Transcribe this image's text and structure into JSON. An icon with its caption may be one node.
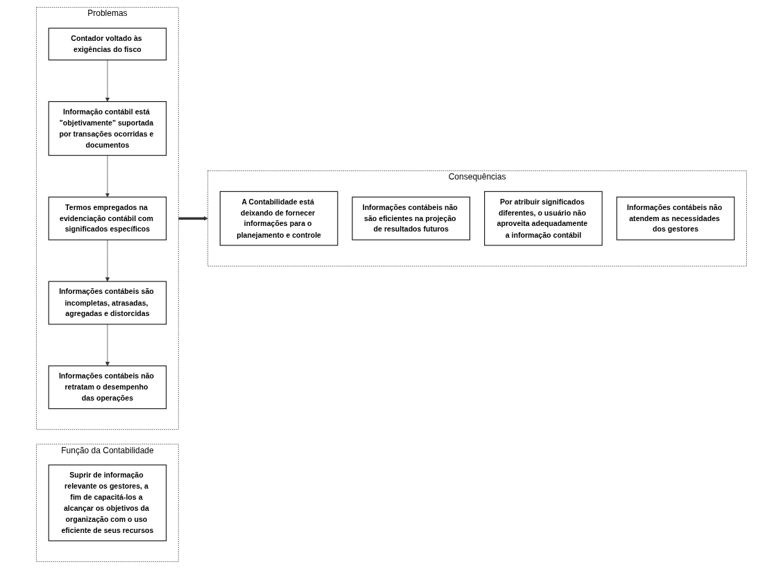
{
  "diagram": {
    "nodes": [
      {
        "text": [
          "Função da Contabilidade"
        ]
      },
      {
        "text": [
          "Suprir de informação relevante os gestores, a fim de capacitá-los a alcançar os objetivos da organização com o uso eficiente de seus recursos"
        ],
        "in": 0
      },
      {
        "text": [
          "Problemas"
        ]
      },
      {
        "text": [
          "Contador voltado às exigências do fisco"
        ],
        "in": 2
      },
      {
        "text": [
          "Informação contábil está \"objetivamente\" suportada por transações ocorridas e documentos"
        ],
        "in": 2
      },
      {
        "text": [
          "Termos empregados na evidenciação contábil com significados específicos"
        ],
        "in": 2
      },
      {
        "text": [
          "Informações contábeis são incompletas, atrasadas, agregadas e distorcidas"
        ],
        "in": 2
      },
      {
        "text": [
          "Informações contábeis não retratam o desempenho das operações"
        ],
        "in": 2
      },
      {
        "text": [
          "Consequências"
        ]
      },
      {
        "text": [
          "A Contabilidade está deixando de fornecer informações para o planejamento e controle"
        ],
        "in": 8
      },
      {
        "text": [
          "Informações contábeis não são eficientes na projeção de resultados futuros"
        ],
        "in": 8
      },
      {
        "text": [
          "Por atribuir significados diferentes, o usuário não aproveita adequadamente a informação contábil"
        ],
        "in": 8
      },
      {
        "text": [
          "Informações contábeis não atendem as necessidades dos gestores"
        ],
        "in": 8
      }
    ],
    "edges": [
      {
        "from": 3,
        "to": 4,
        "arrow": "to"
      },
      {
        "from": 4,
        "to": 5,
        "arrow": "to"
      },
      {
        "from": 5,
        "to": 6,
        "arrow": "to"
      },
      {
        "from": 6,
        "to": 7,
        "arrow": "to"
      },
      {
        "from": 2,
        "to": 8,
        "arrow": "to",
        "style": "thick"
      }
    ]
  }
}
